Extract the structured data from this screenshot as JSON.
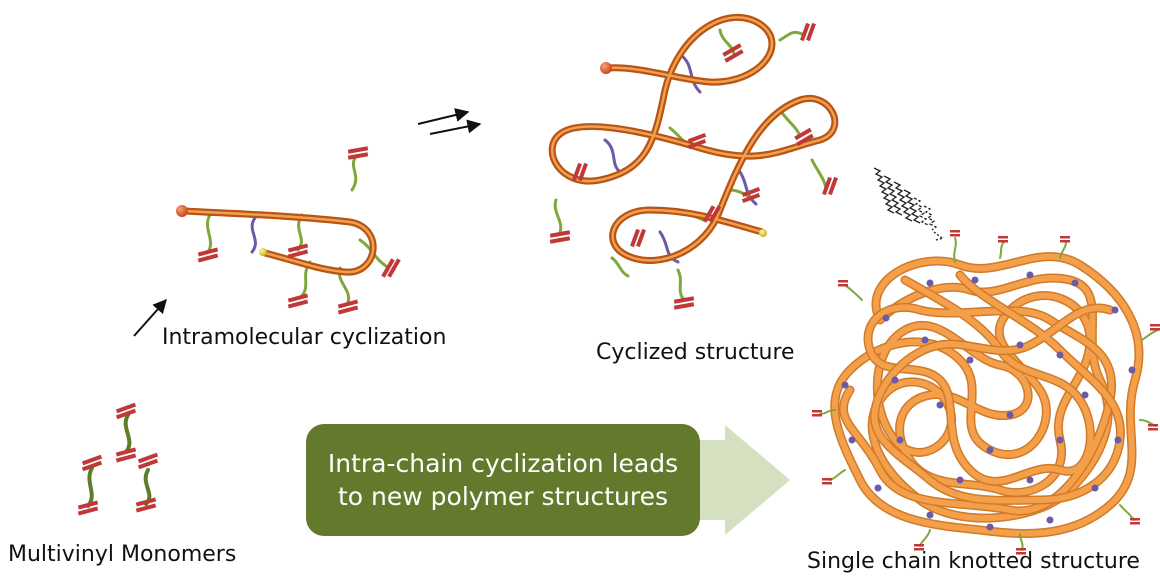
{
  "labels": {
    "intramolecular": "Intramolecular cyclization",
    "cyclized": "Cyclized structure",
    "monomers": "Multivinyl Monomers",
    "knotted": "Single chain knotted structure"
  },
  "banner": {
    "line1": "Intra-chain cyclization leads",
    "line2": "to new polymer structures"
  },
  "colors": {
    "chain": "#c8641c",
    "chain_highlight": "#f0a050",
    "knot_chain": "#f4a04a",
    "crosslink": "#6a5aa8",
    "pendant": "#7ea83c",
    "vinyl": "#c03838",
    "banner": "#637a2c",
    "banner_arrow": "#d4e0c0",
    "end_cap": "#d65a2a",
    "start_cap": "#d6c83a"
  }
}
